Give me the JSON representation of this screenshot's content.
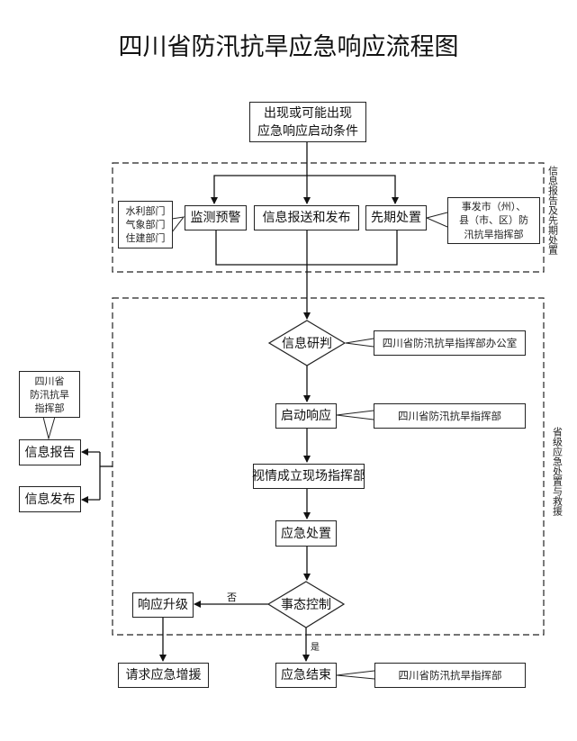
{
  "title": "四川省防汛抗旱应急响应流程图",
  "start_node": {
    "line1": "出现或可能出现",
    "line2": "应急响应启动条件"
  },
  "section_info": {
    "side_label": "信息报告及先期处置",
    "nodes": {
      "monitor": "监测预警",
      "report_publish": "信息报送和发布",
      "early_response": "先期处置"
    },
    "callout_left": "水利部门\n气象部门\n住建部门",
    "callout_right": "事发市（州）、\n县（市、区）防\n汛抗旱指挥部"
  },
  "section_provincial": {
    "side_label": "省级应急处置与救援",
    "decision_research": "信息研判",
    "callout_research": "四川省防汛抗旱指挥部办公室",
    "start_response": "启动响应",
    "callout_start": "四川省防汛抗旱指挥部",
    "field_command": "视情成立现场指挥部",
    "emergency_handling": "应急处置",
    "decision_control": "事态控制",
    "upgrade": "响应升级",
    "no_label": "否",
    "yes_label": "是"
  },
  "left_panel": {
    "callout": "四川省\n防汛抗旱\n指挥部",
    "info_report": "信息报告",
    "info_publish": "信息发布"
  },
  "bottom": {
    "request_support": "请求应急增援",
    "end": "应急结束",
    "callout_end": "四川省防汛抗旱指挥部"
  }
}
